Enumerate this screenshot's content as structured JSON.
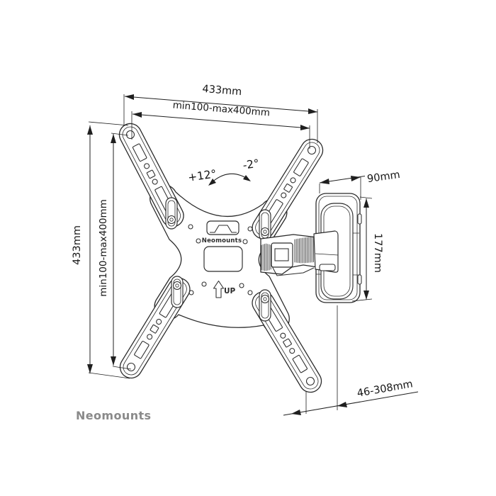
{
  "colors": {
    "background": "#ffffff",
    "drawing_line": "#2b2b2b",
    "dimension_line": "#1f1f1f",
    "dimension_text": "#161616",
    "logo_gray": "#8a8a8a"
  },
  "diagram": {
    "dimensions": {
      "top_total_width": "433mm",
      "top_vesa_range": "min100-max400mm",
      "left_total_height": "433mm",
      "left_vesa_range": "min100-max400mm",
      "tilt_angle_up": "+12°",
      "tilt_angle_down": "-2°",
      "wall_plate_width": "90mm",
      "wall_plate_height": "177mm",
      "arm_extension_range": "46-308mm"
    },
    "labels": {
      "plate_brand": "Neomounts",
      "orientation_up": "UP"
    },
    "footer": {
      "brand_logo": "Neomounts"
    }
  }
}
